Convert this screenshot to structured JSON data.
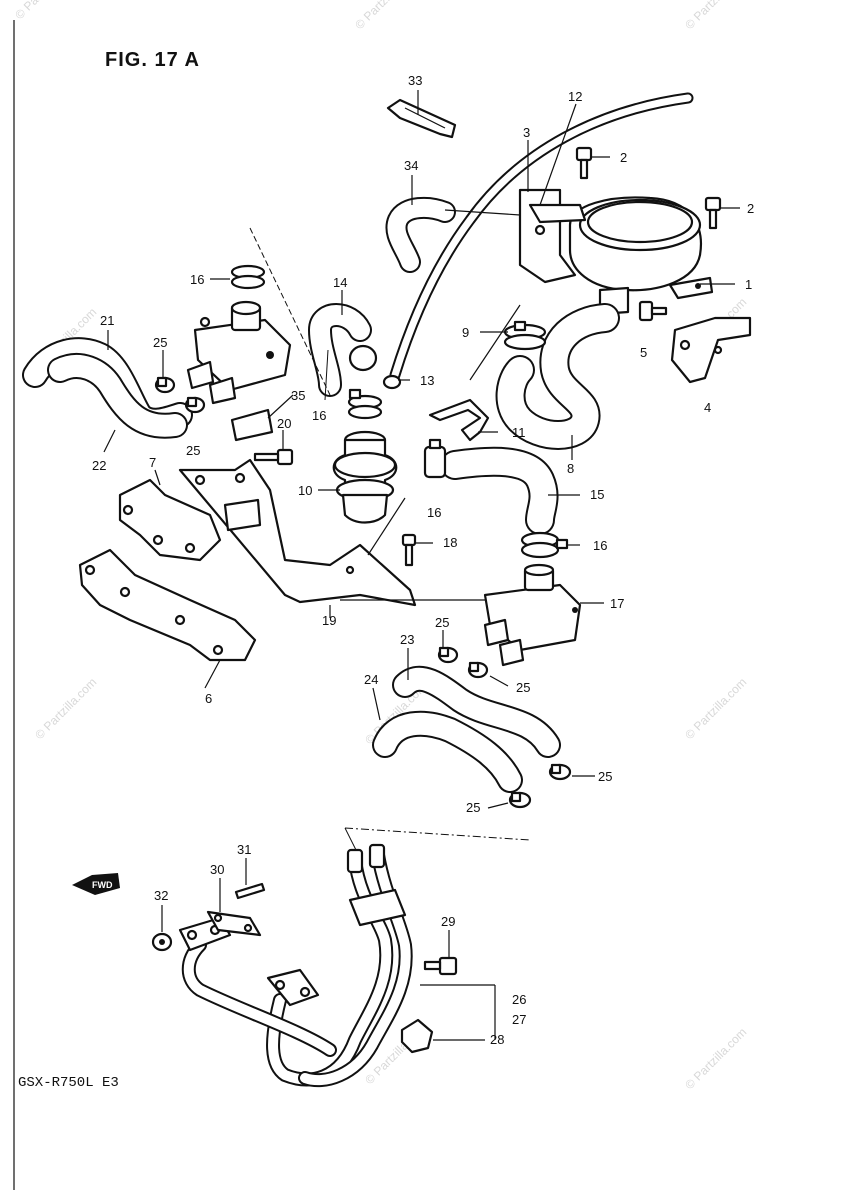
{
  "figure": {
    "title": "FIG. 17 A",
    "model": "GSX-R750L  E3"
  },
  "watermark": {
    "text": "© Partzilla.com"
  },
  "direction_badge": {
    "text": "FWD"
  },
  "callouts": {
    "c1": "1",
    "c2a": "2",
    "c2b": "2",
    "c3": "3",
    "c4": "4",
    "c5": "5",
    "c6": "6",
    "c7": "7",
    "c8": "8",
    "c9": "9",
    "c10": "10",
    "c11": "11",
    "c12": "12",
    "c13": "13",
    "c14": "14",
    "c15": "15",
    "c16a": "16",
    "c16b": "16",
    "c16c": "16",
    "c16d": "16",
    "c17": "17",
    "c18": "18",
    "c19": "19",
    "c20": "20",
    "c21": "21",
    "c22": "22",
    "c23": "23",
    "c24": "24",
    "c25a": "25",
    "c25b": "25",
    "c25c": "25",
    "c25d": "25",
    "c25e": "25",
    "c25f": "25",
    "c26": "26",
    "c27": "27",
    "c28": "28",
    "c29": "29",
    "c30": "30",
    "c31": "31",
    "c32": "32",
    "c33": "33",
    "c34": "34",
    "c35": "35"
  }
}
